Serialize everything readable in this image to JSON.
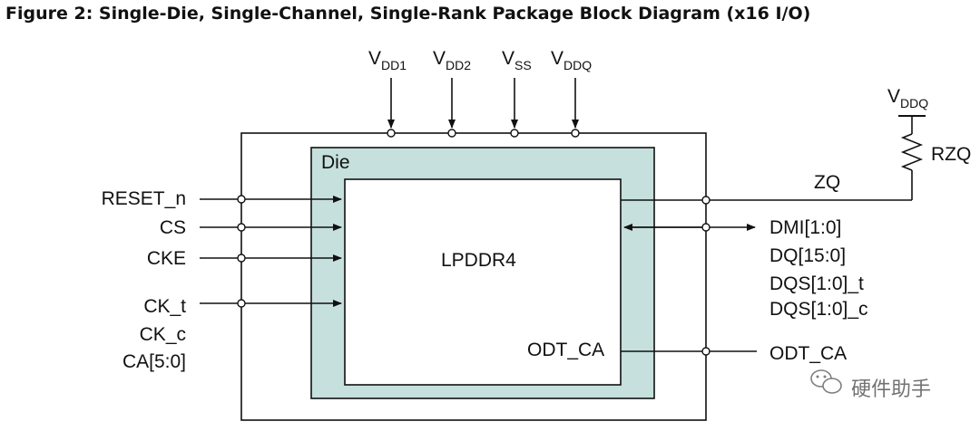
{
  "title": "Figure 2: Single-Die, Single-Channel, Single-Rank Package Block Diagram (x16 I/O)",
  "supply_pins": [
    {
      "main": "V",
      "sub": "DD1"
    },
    {
      "main": "V",
      "sub": "DD2"
    },
    {
      "main": "V",
      "sub": "SS"
    },
    {
      "main": "V",
      "sub": "DDQ"
    }
  ],
  "die_label": "Die",
  "chip_label": "LPDDR4",
  "left_signals": {
    "reset": "RESET_n",
    "cs": "CS",
    "cke": "CKE",
    "ck_t": "CK_t",
    "ck_c": "CK_c",
    "ca": "CA[5:0]"
  },
  "right_signals": {
    "dmi": "DMI[1:0]",
    "dq": "DQ[15:0]",
    "dqs_t": "DQS[1:0]_t",
    "dqs_c": "DQS[1:0]_c",
    "odt_ca": "ODT_CA",
    "odt_ca_internal": "ODT_CA"
  },
  "zq": {
    "label": "ZQ",
    "resistor": "RZQ",
    "supply_main": "V",
    "supply_sub": "DDQ"
  },
  "watermark": "硬件助手",
  "colors": {
    "die_fill": "#c5e0dd",
    "line": "#111111"
  }
}
